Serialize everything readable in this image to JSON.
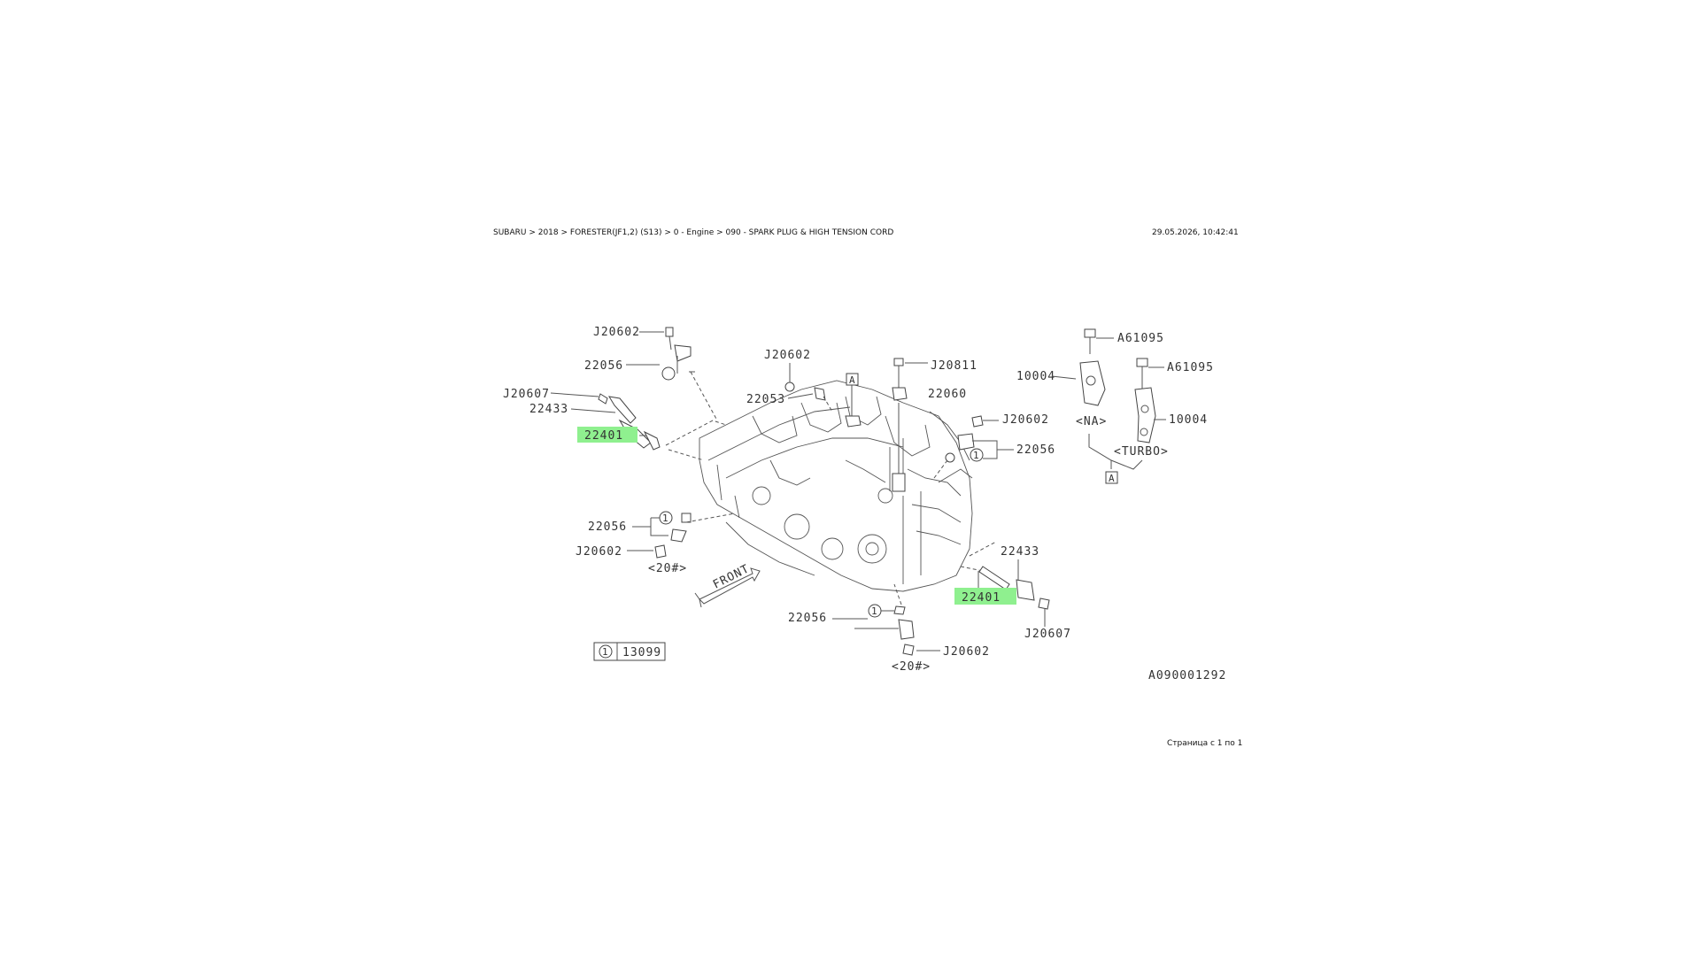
{
  "header": {
    "breadcrumb": "SUBARU > 2018 > FORESTER(JF1,2) (S13) > 0 - Engine > 090 - SPARK PLUG & HIGH TENSION CORD",
    "timestamp": "29.05.2026, 10:42:41"
  },
  "footer": {
    "page_info": "Страница с 1 по 1"
  },
  "diagram": {
    "callouts": {
      "j20602_tl": "J20602",
      "p22056_tl": "22056",
      "j20607_l": "J20607",
      "p22433_l": "22433",
      "p22401_l": "22401",
      "j20602_top": "J20602",
      "p22053": "22053",
      "ref_a_top": "A",
      "j20811": "J20811",
      "p22060": "22060",
      "j20602_r": "J20602",
      "p22056_r": "22056",
      "a61095_1": "A61095",
      "a61095_2": "A61095",
      "p10004_1": "10004",
      "p10004_2": "10004",
      "na": "<NA>",
      "turbo": "<TURBO>",
      "ref_a_r": "A",
      "p22056_bl": "22056",
      "j20602_bl": "J20602",
      "note_20_l": "<20#>",
      "front": "FRONT",
      "p22433_r": "22433",
      "p22401_r": "22401",
      "j20607_r": "J20607",
      "p22056_bot": "22056",
      "j20602_bot": "J20602",
      "note_20_b": "<20#>",
      "legend_num": "1",
      "legend_part": "13099",
      "drawing_id": "A090001292",
      "circle_1": "1"
    },
    "highlight_color": "#8ff08f"
  }
}
